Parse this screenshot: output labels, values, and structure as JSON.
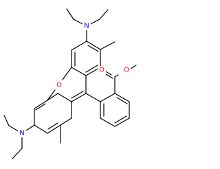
{
  "molecule": {
    "atoms": {
      "n_top": {
        "label": "N",
        "color": "#0000ff"
      },
      "n_bottom": {
        "label": "N",
        "color": "#0000ff"
      },
      "o_ring": {
        "label": "O",
        "color": "#ff0000"
      },
      "o_carbonyl": {
        "label": "O",
        "color": "#ff0000"
      },
      "o_ester": {
        "label": "O",
        "color": "#ff0000"
      }
    }
  }
}
